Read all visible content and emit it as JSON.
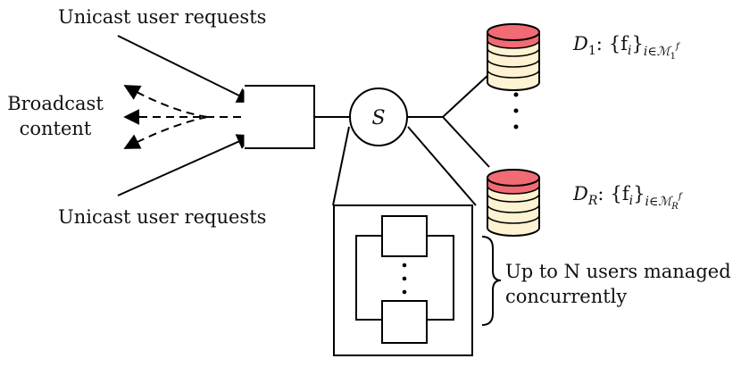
{
  "labels": {
    "unicast_top": "Unicast user requests",
    "unicast_bottom": "Unicast user requests",
    "broadcast_line1": "Broadcast",
    "broadcast_line2": "content",
    "server": "S",
    "db1_main": "D",
    "db1_main_sub": "1",
    "db1_colon": ":",
    "db1_set": "{f",
    "db1_set_sub_i": "i",
    "db1_set_close": "}",
    "db1_index": "i∈ℳ",
    "db1_index_sub": "1",
    "db1_index_sup": "f",
    "dbR_main": "D",
    "dbR_main_sub": "R",
    "dbR_colon": ":",
    "dbR_set": "{f",
    "dbR_set_sub_i": "i",
    "dbR_set_close": "}",
    "dbR_index": "i∈ℳ",
    "dbR_index_sub": "R",
    "dbR_index_sup": "f",
    "vertical_ellipsis": "⋮",
    "brace_line1": "Up to N users managed",
    "brace_line2": "concurrently"
  },
  "colors": {
    "db_top": "#f06b73",
    "db_body": "#fdf2d2",
    "stroke": "#000000"
  }
}
